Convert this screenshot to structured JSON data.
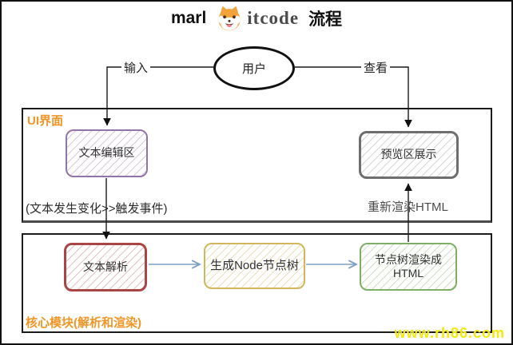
{
  "title": {
    "visible_left": "marl",
    "visible_right": "流程",
    "logo_text": "itcode"
  },
  "nodes": {
    "user": {
      "label": "用户",
      "shape": "ellipse"
    },
    "editor": {
      "label": "文本编辑区",
      "accent": "#9673a6"
    },
    "preview": {
      "label": "预览区展示",
      "accent": "#6e6e6e"
    },
    "parser": {
      "label": "文本解析",
      "accent": "#a94643"
    },
    "node_tree": {
      "label": "生成Node节点树",
      "accent": "#d2b55c"
    },
    "render_html": {
      "label": "节点树渲染成HTML",
      "accent": "#7fae66"
    }
  },
  "containers": {
    "ui": {
      "label": "UI界面",
      "label_color": "#ef9627"
    },
    "core": {
      "label": "核心模块(解析和渲染)",
      "label_color": "#ef9627"
    }
  },
  "edges": {
    "input": {
      "from": "用户",
      "to": "文本编辑区",
      "label": "输入"
    },
    "view": {
      "from": "用户",
      "to": "预览区展示",
      "label": "查看"
    },
    "change_event": {
      "from": "文本编辑区",
      "to": "文本解析",
      "label": "(文本发生变化>>触发事件)"
    },
    "rerender": {
      "from": "节点树渲染成HTML",
      "to": "预览区展示",
      "label": "重新渲染HTML"
    },
    "parse_to_tree": {
      "from": "文本解析",
      "to": "生成Node节点树",
      "label": "",
      "color": "#7e9fc5"
    },
    "tree_to_html": {
      "from": "生成Node节点树",
      "to": "节点树渲染成HTML",
      "label": "",
      "color": "#7e9fc5"
    }
  },
  "watermark": {
    "text": "www.rh86.com",
    "color": "#f2e90e"
  }
}
